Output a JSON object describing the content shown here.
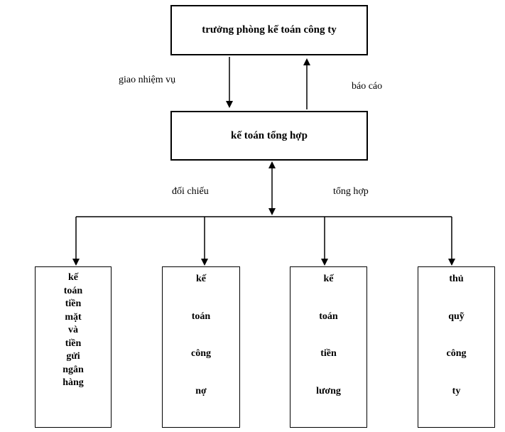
{
  "diagram": {
    "title_hint": "accounting-department-structure",
    "colors": {
      "background": "#ffffff",
      "line": "#000000",
      "text": "#000000"
    },
    "top_box": {
      "label": "trưởng phòng kế toán công ty"
    },
    "middle_box": {
      "label": "kế toán tổng hợp"
    },
    "edge_labels": {
      "assign": "giao nhiệm vụ",
      "report": "báo cáo",
      "reconcile": "đối chiếu",
      "aggregate": "tổng hợp"
    },
    "bottom_boxes": [
      {
        "name": "cash-and-bank-deposit-accounting",
        "lines": [
          "kế",
          "toán",
          "tiền",
          "mặt",
          "và",
          "tiền",
          "gửi",
          "ngân",
          "hàng"
        ]
      },
      {
        "name": "debt-accounting",
        "lines": [
          "kế",
          "toán",
          "công",
          "nợ"
        ]
      },
      {
        "name": "payroll-accounting",
        "lines": [
          "kế",
          "toán",
          "tiền",
          "lương"
        ]
      },
      {
        "name": "company-treasurer",
        "lines": [
          "thủ",
          "quỹ",
          "công",
          "ty"
        ]
      }
    ]
  }
}
